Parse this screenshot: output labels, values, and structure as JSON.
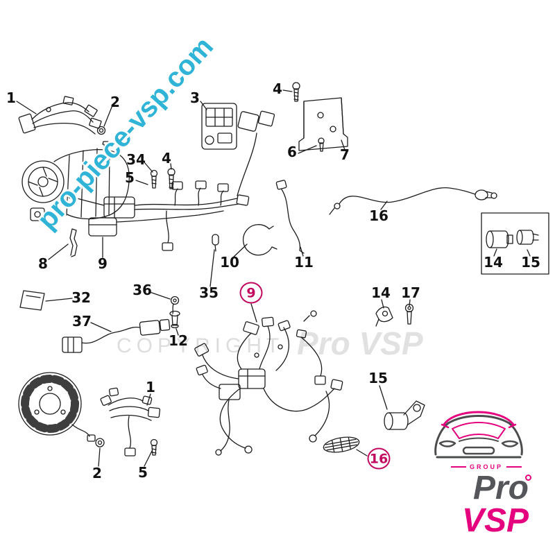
{
  "watermarks": {
    "diagonal": "pro-piece-vsp.com",
    "copyright": "COPYRIGHT",
    "brand": "Pro VSP"
  },
  "logo": {
    "group": "GROUP",
    "pro": "Pro",
    "vsp": "VSP"
  },
  "colors": {
    "watermark-cyan": "#2fb4d8",
    "highlight-magenta": "#c2075f",
    "logo-pink": "#e5007d",
    "logo-gray": "#55565a",
    "line-art": "#1c1c1c",
    "watermark-gray": "#c9c9c9"
  },
  "parts": {
    "p1_top": "1",
    "p2_top": "2",
    "p3": "3",
    "p4_top": "4",
    "p6": "6",
    "p7": "7",
    "p34": "34",
    "p4_mid": "4",
    "p5_mid": "5",
    "p16_top": "16",
    "p14_box": "14",
    "p15_box": "15",
    "p8": "8",
    "p9_left": "9",
    "p10": "10",
    "p11": "11",
    "p35": "35",
    "p32": "32",
    "p36": "36",
    "p37": "37",
    "p12": "12",
    "p9_highlight": "9",
    "p14_mid": "14",
    "p17": "17",
    "p15_mid": "15",
    "p1_bottom": "1",
    "p2_bottom": "2",
    "p5_bottom": "5",
    "p16_highlight": "16"
  }
}
